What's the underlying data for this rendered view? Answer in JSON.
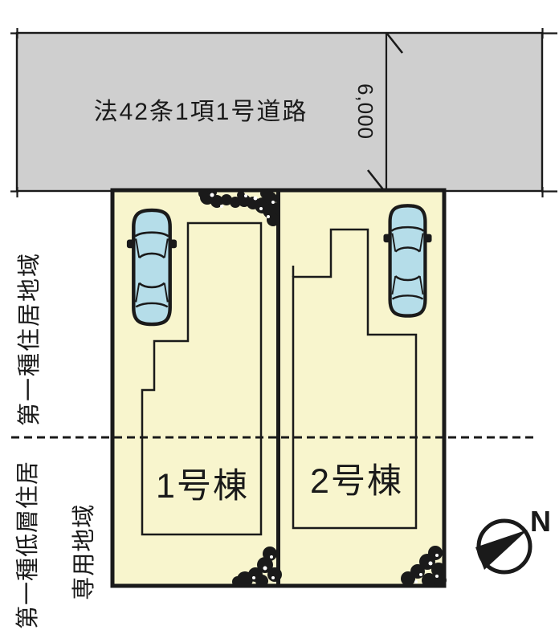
{
  "plan": {
    "road_label": "法42条1項1号道路",
    "road_width_dimension": "6,000",
    "zoning_upper": "第一種住居地域",
    "zoning_lower_line1": "第一種低層住居",
    "zoning_lower_line2": "専用地域",
    "building_1_label": "1号棟",
    "building_2_label": "2号棟",
    "compass_north": "N"
  },
  "colors": {
    "road_fill": "#cfcfcf",
    "lot_fill": "#f8f5cd",
    "car_fill": "#b5dde9",
    "ink": "#1a1a1a"
  }
}
